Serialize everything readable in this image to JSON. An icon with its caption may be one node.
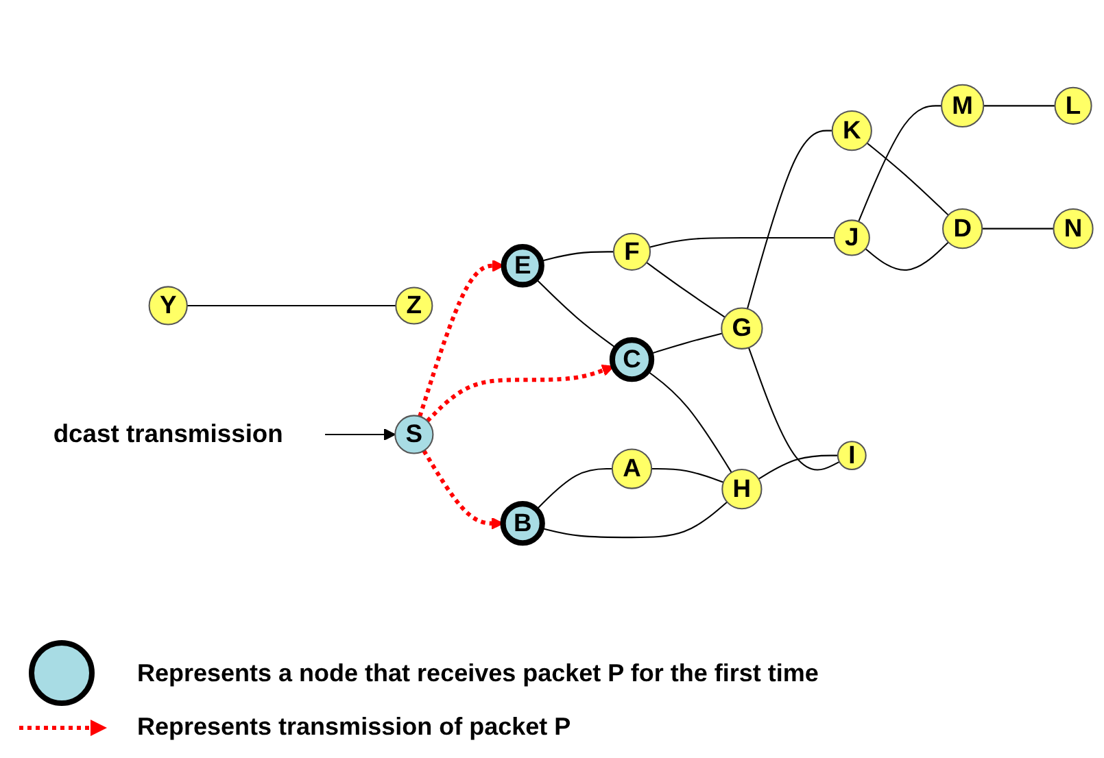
{
  "diagram": {
    "nodes": [
      {
        "text": [
          "dcast transmission"
        ]
      },
      {
        "text": [
          "Y"
        ]
      },
      {
        "text": [
          "Z"
        ]
      },
      {
        "text": [
          "S"
        ]
      },
      {
        "text": [
          "E"
        ]
      },
      {
        "text": [
          "B"
        ]
      },
      {
        "text": [
          "C"
        ]
      },
      {
        "text": [
          "F"
        ]
      },
      {
        "text": [
          "J"
        ]
      },
      {
        "text": [
          "M"
        ]
      },
      {
        "text": [
          "L"
        ]
      },
      {
        "text": [
          "A"
        ]
      },
      {
        "text": [
          "G"
        ]
      },
      {
        "text": [
          "H"
        ]
      },
      {
        "text": [
          "D"
        ]
      },
      {
        "text": [
          "K"
        ]
      },
      {
        "text": [
          "I"
        ]
      },
      {
        "text": [
          "N"
        ]
      }
    ],
    "edges": [
      {
        "from": 0,
        "to": 3,
        "arrow": "to"
      },
      {
        "from": 1,
        "to": 2,
        "arrow": "none"
      },
      {
        "from": 3,
        "to": 4,
        "arrow": "to",
        "style": "dashed",
        "color": "#ff0000"
      },
      {
        "from": 3,
        "to": 5,
        "arrow": "to",
        "style": "dashed",
        "color": "#ff0000"
      },
      {
        "from": 3,
        "to": 6,
        "arrow": "to",
        "style": "dashed",
        "color": "#ff0000"
      },
      {
        "from": 4,
        "to": 6,
        "arrow": "none"
      },
      {
        "from": 4,
        "to": 7,
        "arrow": "none"
      },
      {
        "from": 5,
        "to": 11,
        "arrow": "none"
      },
      {
        "from": 5,
        "to": 13,
        "arrow": "none"
      },
      {
        "from": 11,
        "to": 13,
        "arrow": "none"
      },
      {
        "from": 6,
        "to": 13,
        "arrow": "none"
      },
      {
        "from": 6,
        "to": 12,
        "arrow": "none"
      },
      {
        "from": 7,
        "to": 12,
        "arrow": "none"
      },
      {
        "from": 7,
        "to": 8,
        "arrow": "none"
      },
      {
        "from": 8,
        "to": 9,
        "arrow": "none"
      },
      {
        "from": 9,
        "to": 10,
        "arrow": "none"
      },
      {
        "from": 8,
        "to": 14,
        "arrow": "none"
      },
      {
        "from": 12,
        "to": 15,
        "arrow": "none"
      },
      {
        "from": 12,
        "to": 16,
        "arrow": "none"
      },
      {
        "from": 13,
        "to": 16,
        "arrow": "none"
      },
      {
        "from": 15,
        "to": 14,
        "arrow": "none"
      },
      {
        "from": 14,
        "to": 17,
        "arrow": "none"
      }
    ],
    "legend": [
      {
        "text": "Represents a node that receives packet P for the first time"
      },
      {
        "text": "Represents transmission of packet P"
      }
    ]
  }
}
